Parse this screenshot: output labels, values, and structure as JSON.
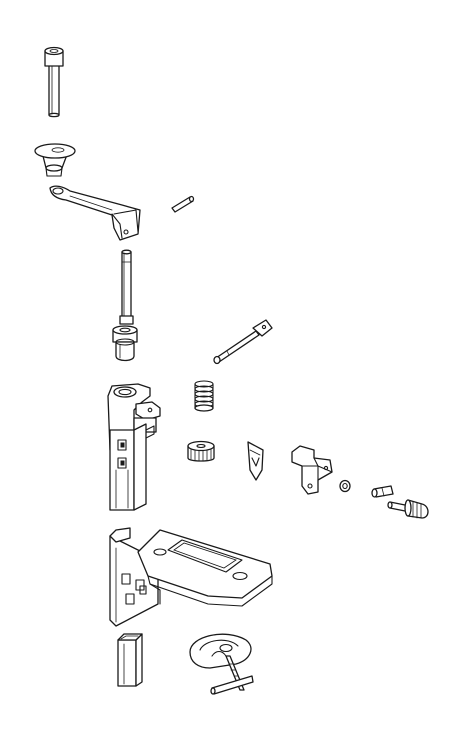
{
  "diagram": {
    "kind": "exploded-parts-drawing",
    "line_color": "#1a1a1a",
    "background": "#ffffff",
    "parts": [
      {
        "name": "screw",
        "icon": "socket-cap-screw-icon"
      },
      {
        "name": "knob",
        "icon": "knob-icon"
      },
      {
        "name": "crank-handle",
        "icon": "crank-handle-icon"
      },
      {
        "name": "pin",
        "icon": "pin-icon"
      },
      {
        "name": "shaft",
        "icon": "shaft-icon"
      },
      {
        "name": "bushing",
        "icon": "bushing-icon"
      },
      {
        "name": "cutter-arm",
        "icon": "cutter-arm-icon"
      },
      {
        "name": "spring",
        "icon": "spring-icon"
      },
      {
        "name": "column",
        "icon": "column-icon"
      },
      {
        "name": "gear",
        "icon": "gear-icon"
      },
      {
        "name": "blade",
        "icon": "blade-icon"
      },
      {
        "name": "bracket",
        "icon": "bracket-icon"
      },
      {
        "name": "washer",
        "icon": "washer-icon"
      },
      {
        "name": "small-pin",
        "icon": "small-pin-icon"
      },
      {
        "name": "thumb-screw",
        "icon": "thumb-screw-icon"
      },
      {
        "name": "base-plate",
        "icon": "base-plate-icon"
      },
      {
        "name": "square-tube",
        "icon": "square-tube-icon"
      },
      {
        "name": "clamp",
        "icon": "clamp-icon"
      }
    ]
  }
}
